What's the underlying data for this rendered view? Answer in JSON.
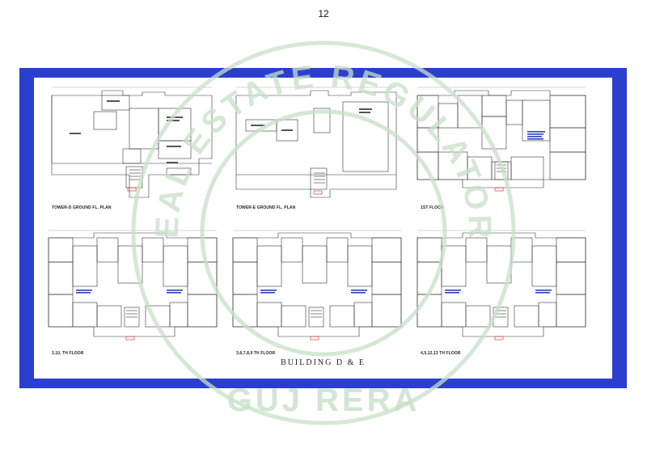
{
  "page": {
    "number": "12"
  },
  "watermark": {
    "arc_top": "REAL ESTATE REGULATORY",
    "bottom": "GUJ RERA"
  },
  "drawing": {
    "title": "BUILDING  D & E",
    "plans": [
      {
        "label": "TOWER-D GROUND FL. PLAN"
      },
      {
        "label": "TOWER-E GROUND FL. PLAN"
      },
      {
        "label": "1ST FLOOR"
      },
      {
        "label": "2,10, TH FLOOR"
      },
      {
        "label": "3,6,7,8,9 TH FLOOR"
      },
      {
        "label": "4,5,12,13 TH FLOOR"
      }
    ]
  },
  "colors": {
    "frame": "#2b3fcf",
    "watermark": "#c8e0c8",
    "linework": "#333333",
    "accent": "#d22",
    "note": "#2a40c0"
  }
}
